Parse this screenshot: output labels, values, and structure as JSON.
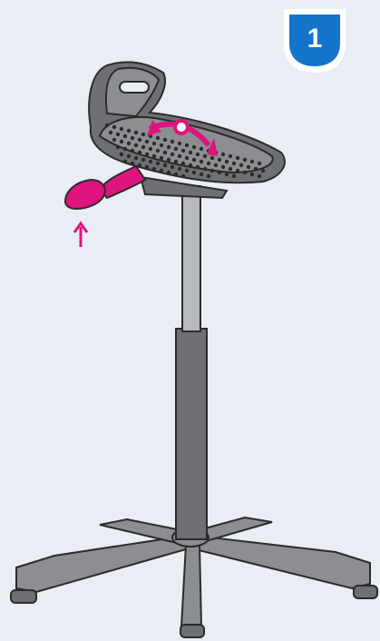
{
  "step": {
    "number": "1"
  },
  "colors": {
    "background": "#e8eef3",
    "badge": "#1474cc",
    "badge_frame": "#ffffff",
    "accent": "#e0147e",
    "stool_dark": "#6e7073",
    "stool_mid": "#8c8e91",
    "stool_light": "#b8babd",
    "outline": "#2b2b2b"
  },
  "icons": {
    "step_badge": "step-number-badge",
    "lever": "height-adjust-lever",
    "lift": "up-arrow-icon",
    "tilt": "tilt-double-arrow-icon"
  }
}
